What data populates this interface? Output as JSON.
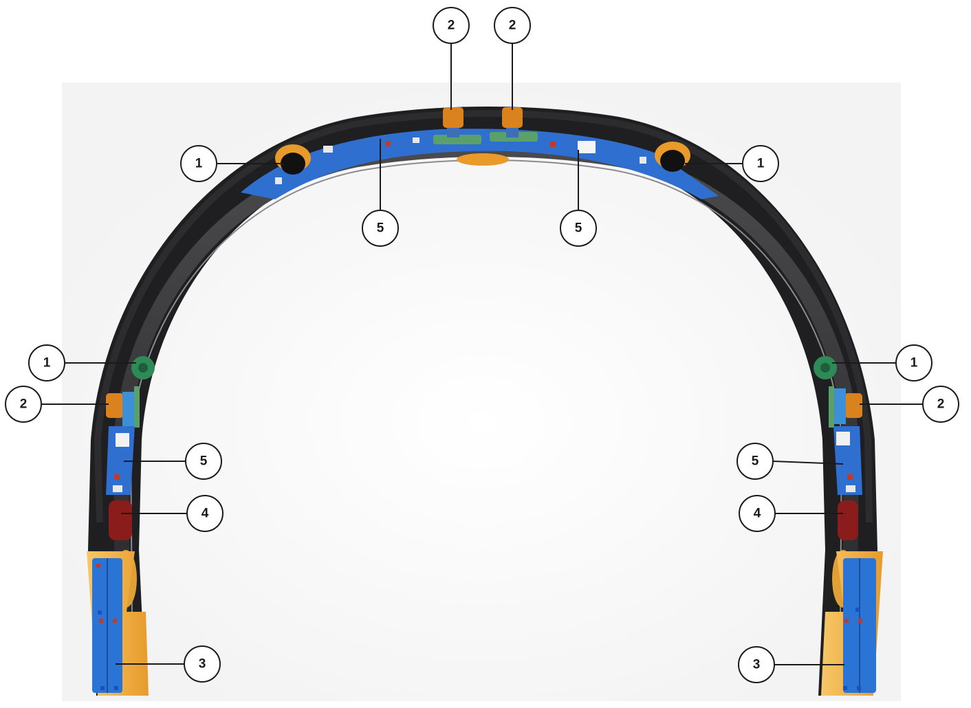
{
  "colors": {
    "shell_dark": "#1c1c1e",
    "inner_band": "#3a3a3c",
    "pcb_blue": "#2f6fd0",
    "sensor_orange": "#e89a2a",
    "sensor_green": "#2e8b57",
    "battery_red": "#8b1c1c",
    "endcap_orange": "#f2b548",
    "battery_blue": "#2a74d6"
  },
  "callouts": {
    "top_left_1": "1",
    "top_right_1": "1",
    "top_left_2": "2",
    "top_right_2": "2",
    "top_left_5": "5",
    "top_right_5": "5",
    "left_1": "1",
    "left_2": "2",
    "left_5": "5",
    "left_4": "4",
    "left_3": "3",
    "right_1": "1",
    "right_2": "2",
    "right_5": "5",
    "right_4": "4",
    "right_3": "3"
  }
}
